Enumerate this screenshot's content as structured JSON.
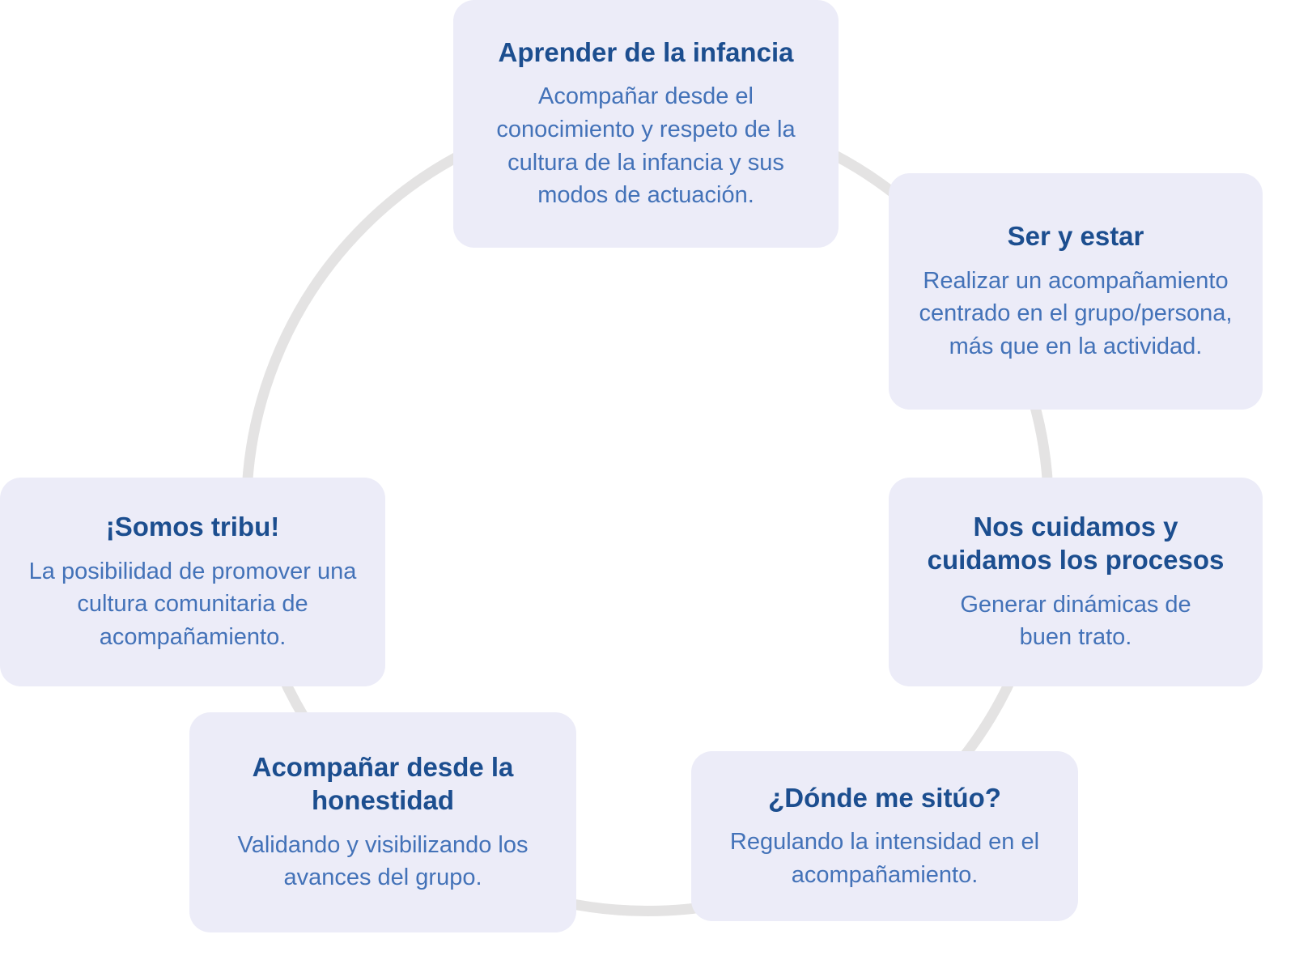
{
  "diagram": {
    "type": "cycle",
    "colors": {
      "node_background": "#ececf8",
      "title_text": "#1c4e8f",
      "body_text": "#4372b8",
      "circle_stroke": "#e4e3e3"
    },
    "nodes": [
      {
        "title": "Aprender de la infancia",
        "body": "Acompañar desde el conocimiento y respeto de la cultura de la infancia y sus modos de actuación."
      },
      {
        "title": "Ser y estar",
        "body": "Realizar un acompañamiento centrado en el grupo/persona, más que en la actividad."
      },
      {
        "title": "Nos cuidamos y cuidamos los procesos",
        "body": "Generar dinámicas de buen trato."
      },
      {
        "title": "¿Dónde me sitúo?",
        "body": "Regulando la intensidad en el acompañamiento."
      },
      {
        "title": "Acompañar desde la honestidad",
        "body": "Validando y visibilizando los avances del grupo."
      },
      {
        "title": "¡Somos tribu!",
        "body": "La posibilidad de promover una cultura comunitaria de acompañamiento."
      }
    ]
  }
}
